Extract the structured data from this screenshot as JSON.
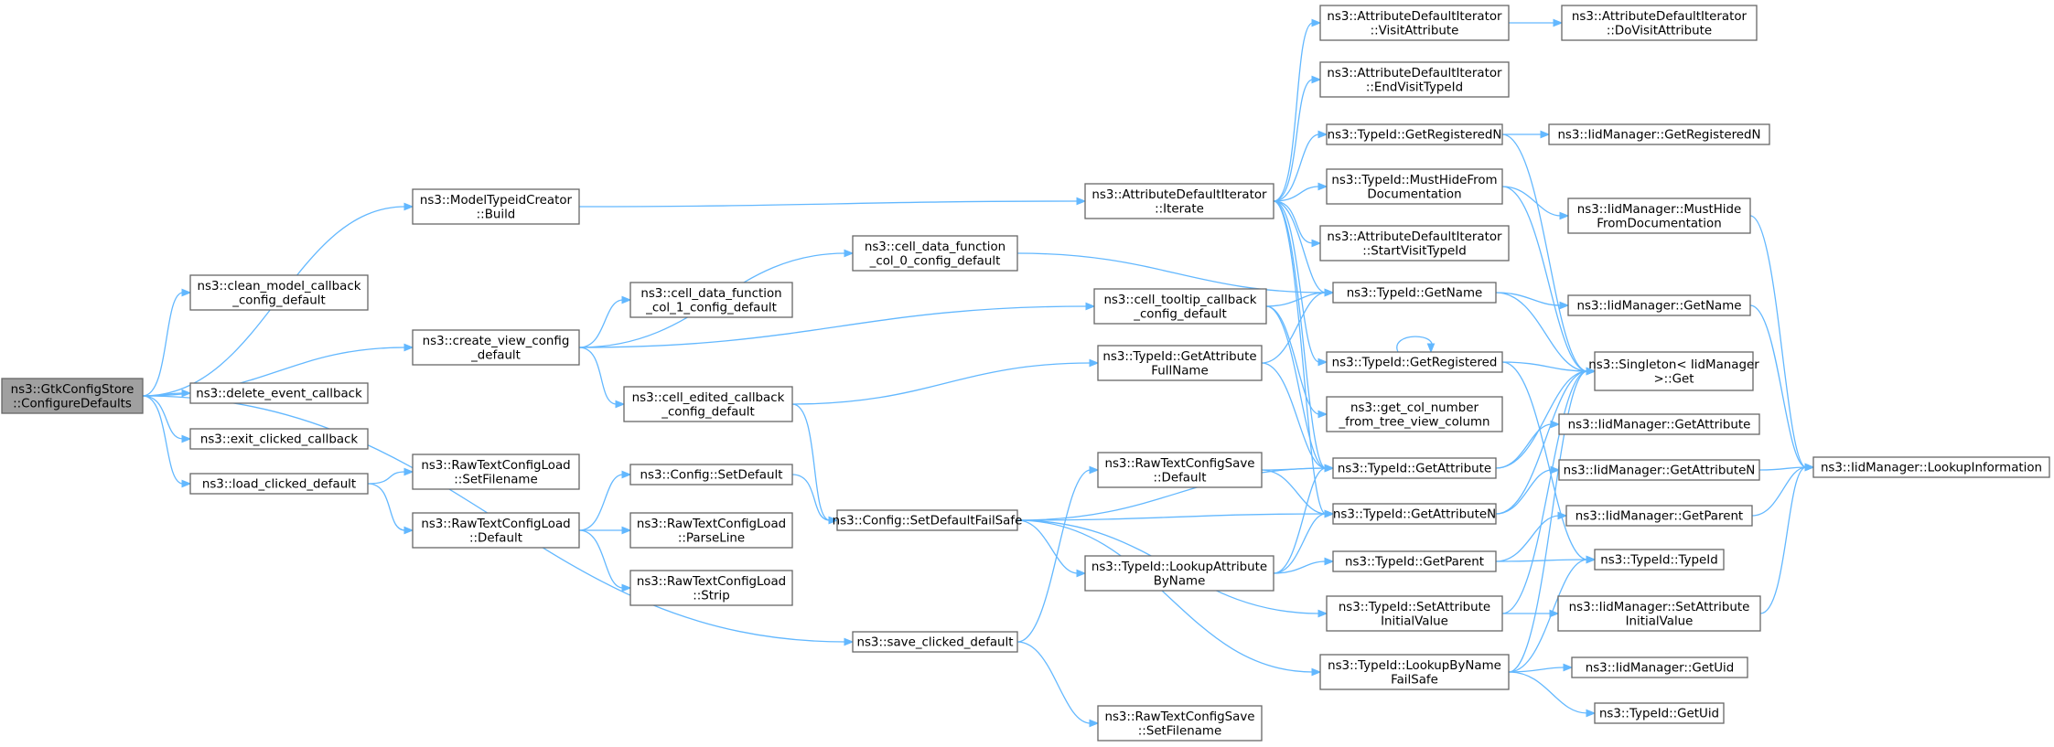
{
  "diagram": {
    "type": "call-graph",
    "colors": {
      "edge": "#63b8ff",
      "node_border": "#666666",
      "root_fill": "#a0a0a0",
      "node_fill": "#ffffff"
    },
    "nodes": [
      {
        "id": "root",
        "lines": [
          "ns3::GtkConfigStore",
          "::ConfigureDefaults"
        ],
        "root": true
      },
      {
        "id": "mtc_build",
        "lines": [
          "ns3::ModelTypeidCreator",
          "::Build"
        ]
      },
      {
        "id": "clean_model",
        "lines": [
          "ns3::clean_model_callback",
          "_config_default"
        ]
      },
      {
        "id": "create_view",
        "lines": [
          "ns3::create_view_config",
          "_default"
        ]
      },
      {
        "id": "delete_event",
        "lines": [
          "ns3::delete_event_callback"
        ]
      },
      {
        "id": "exit_clicked",
        "lines": [
          "ns3::exit_clicked_callback"
        ]
      },
      {
        "id": "load_clicked",
        "lines": [
          "ns3::load_clicked_default"
        ]
      },
      {
        "id": "rtcl_setfilename",
        "lines": [
          "ns3::RawTextConfigLoad",
          "::SetFilename"
        ]
      },
      {
        "id": "rtcl_default",
        "lines": [
          "ns3::RawTextConfigLoad",
          "::Default"
        ]
      },
      {
        "id": "cdf_col1",
        "lines": [
          "ns3::cell_data_function",
          "_col_1_config_default"
        ]
      },
      {
        "id": "cell_edited",
        "lines": [
          "ns3::cell_edited_callback",
          "_config_default"
        ]
      },
      {
        "id": "config_setdefault",
        "lines": [
          "ns3::Config::SetDefault"
        ]
      },
      {
        "id": "rtcl_parseline",
        "lines": [
          "ns3::RawTextConfigLoad",
          "::ParseLine"
        ]
      },
      {
        "id": "rtcl_strip",
        "lines": [
          "ns3::RawTextConfigLoad",
          "::Strip"
        ]
      },
      {
        "id": "cdf_col0",
        "lines": [
          "ns3::cell_data_function",
          "_col_0_config_default"
        ]
      },
      {
        "id": "config_sdfs",
        "lines": [
          "ns3::Config::SetDefaultFailSafe"
        ]
      },
      {
        "id": "save_clicked",
        "lines": [
          "ns3::save_clicked_default"
        ]
      },
      {
        "id": "adi_iterate",
        "lines": [
          "ns3::AttributeDefaultIterator",
          "::Iterate"
        ]
      },
      {
        "id": "cell_tooltip",
        "lines": [
          "ns3::cell_tooltip_callback",
          "_config_default"
        ]
      },
      {
        "id": "tid_getattrfullname",
        "lines": [
          "ns3::TypeId::GetAttribute",
          "FullName"
        ]
      },
      {
        "id": "rtcs_default",
        "lines": [
          "ns3::RawTextConfigSave",
          "::Default"
        ]
      },
      {
        "id": "tid_lookupattr",
        "lines": [
          "ns3::TypeId::LookupAttribute",
          "ByName"
        ]
      },
      {
        "id": "rtcs_setfilename",
        "lines": [
          "ns3::RawTextConfigSave",
          "::SetFilename"
        ]
      },
      {
        "id": "adi_visitattr",
        "lines": [
          "ns3::AttributeDefaultIterator",
          "::VisitAttribute"
        ]
      },
      {
        "id": "adi_endvisit",
        "lines": [
          "ns3::AttributeDefaultIterator",
          "::EndVisitTypeId"
        ]
      },
      {
        "id": "tid_getregn",
        "lines": [
          "ns3::TypeId::GetRegisteredN"
        ]
      },
      {
        "id": "tid_musthide",
        "lines": [
          "ns3::TypeId::MustHideFrom",
          "Documentation"
        ]
      },
      {
        "id": "adi_startvisit",
        "lines": [
          "ns3::AttributeDefaultIterator",
          "::StartVisitTypeId"
        ]
      },
      {
        "id": "tid_getname",
        "lines": [
          "ns3::TypeId::GetName"
        ]
      },
      {
        "id": "tid_getreg",
        "lines": [
          "ns3::TypeId::GetRegistered"
        ]
      },
      {
        "id": "get_col_number",
        "lines": [
          "ns3::get_col_number",
          "_from_tree_view_column"
        ]
      },
      {
        "id": "tid_getattr",
        "lines": [
          "ns3::TypeId::GetAttribute"
        ]
      },
      {
        "id": "tid_getattrn",
        "lines": [
          "ns3::TypeId::GetAttributeN"
        ]
      },
      {
        "id": "tid_getparent",
        "lines": [
          "ns3::TypeId::GetParent"
        ]
      },
      {
        "id": "tid_setattrinit",
        "lines": [
          "ns3::TypeId::SetAttribute",
          "InitialValue"
        ]
      },
      {
        "id": "tid_lookupbyname",
        "lines": [
          "ns3::TypeId::LookupByName",
          "FailSafe"
        ]
      },
      {
        "id": "adi_dovisit",
        "lines": [
          "ns3::AttributeDefaultIterator",
          "::DoVisitAttribute"
        ]
      },
      {
        "id": "iid_getregn",
        "lines": [
          "ns3::IidManager::GetRegisteredN"
        ]
      },
      {
        "id": "iid_musthide",
        "lines": [
          "ns3::IidManager::MustHide",
          "FromDocumentation"
        ]
      },
      {
        "id": "iid_getname",
        "lines": [
          "ns3::IidManager::GetName"
        ]
      },
      {
        "id": "singleton_get",
        "lines": [
          "ns3::Singleton< IidManager",
          " >::Get"
        ]
      },
      {
        "id": "iid_getattr",
        "lines": [
          "ns3::IidManager::GetAttribute"
        ]
      },
      {
        "id": "iid_getattrn",
        "lines": [
          "ns3::IidManager::GetAttributeN"
        ]
      },
      {
        "id": "iid_getparent",
        "lines": [
          "ns3::IidManager::GetParent"
        ]
      },
      {
        "id": "tid_typeid",
        "lines": [
          "ns3::TypeId::TypeId"
        ]
      },
      {
        "id": "iid_setattrinit",
        "lines": [
          "ns3::IidManager::SetAttribute",
          "InitialValue"
        ]
      },
      {
        "id": "iid_getuid",
        "lines": [
          "ns3::IidManager::GetUid"
        ]
      },
      {
        "id": "tid_getuid",
        "lines": [
          "ns3::TypeId::GetUid"
        ]
      },
      {
        "id": "iid_lookupinfo",
        "lines": [
          "ns3::IidManager::LookupInformation"
        ]
      }
    ],
    "edges": [
      [
        "root",
        "mtc_build"
      ],
      [
        "root",
        "clean_model"
      ],
      [
        "root",
        "create_view"
      ],
      [
        "root",
        "delete_event"
      ],
      [
        "root",
        "exit_clicked"
      ],
      [
        "root",
        "load_clicked"
      ],
      [
        "root",
        "save_clicked"
      ],
      [
        "mtc_build",
        "adi_iterate"
      ],
      [
        "create_view",
        "cdf_col0"
      ],
      [
        "create_view",
        "cdf_col1"
      ],
      [
        "create_view",
        "cell_tooltip"
      ],
      [
        "create_view",
        "cell_edited"
      ],
      [
        "load_clicked",
        "rtcl_setfilename"
      ],
      [
        "load_clicked",
        "rtcl_default"
      ],
      [
        "rtcl_default",
        "config_setdefault"
      ],
      [
        "rtcl_default",
        "rtcl_parseline"
      ],
      [
        "rtcl_default",
        "rtcl_strip"
      ],
      [
        "cell_edited",
        "tid_getattrfullname"
      ],
      [
        "cell_edited",
        "config_sdfs"
      ],
      [
        "config_setdefault",
        "config_sdfs"
      ],
      [
        "cdf_col0",
        "tid_getname"
      ],
      [
        "cell_tooltip",
        "tid_getname"
      ],
      [
        "cell_tooltip",
        "get_col_number"
      ],
      [
        "cell_tooltip",
        "tid_getattr"
      ],
      [
        "tid_getattrfullname",
        "tid_getname"
      ],
      [
        "tid_getattrfullname",
        "tid_getattr"
      ],
      [
        "config_sdfs",
        "tid_getattr"
      ],
      [
        "config_sdfs",
        "tid_getattrn"
      ],
      [
        "config_sdfs",
        "tid_lookupattr"
      ],
      [
        "config_sdfs",
        "tid_setattrinit"
      ],
      [
        "config_sdfs",
        "tid_lookupbyname"
      ],
      [
        "save_clicked",
        "rtcs_default"
      ],
      [
        "save_clicked",
        "rtcs_setfilename"
      ],
      [
        "rtcs_default",
        "tid_getattr"
      ],
      [
        "rtcs_default",
        "tid_getattrn"
      ],
      [
        "tid_lookupattr",
        "tid_getattr"
      ],
      [
        "tid_lookupattr",
        "tid_getattrn"
      ],
      [
        "tid_lookupattr",
        "tid_getparent"
      ],
      [
        "adi_iterate",
        "adi_visitattr"
      ],
      [
        "adi_iterate",
        "adi_endvisit"
      ],
      [
        "adi_iterate",
        "tid_getregn"
      ],
      [
        "adi_iterate",
        "tid_musthide"
      ],
      [
        "adi_iterate",
        "adi_startvisit"
      ],
      [
        "adi_iterate",
        "tid_getname"
      ],
      [
        "adi_iterate",
        "tid_getreg"
      ],
      [
        "adi_iterate",
        "tid_getattr"
      ],
      [
        "adi_iterate",
        "tid_getattrn"
      ],
      [
        "adi_visitattr",
        "adi_dovisit"
      ],
      [
        "tid_getregn",
        "iid_getregn"
      ],
      [
        "tid_getregn",
        "singleton_get"
      ],
      [
        "tid_musthide",
        "iid_musthide"
      ],
      [
        "tid_musthide",
        "singleton_get"
      ],
      [
        "tid_getname",
        "iid_getname"
      ],
      [
        "tid_getname",
        "singleton_get"
      ],
      [
        "tid_getreg",
        "tid_getreg"
      ],
      [
        "tid_getreg",
        "singleton_get"
      ],
      [
        "tid_getreg",
        "tid_typeid"
      ],
      [
        "tid_getattr",
        "singleton_get"
      ],
      [
        "tid_getattr",
        "iid_getattr"
      ],
      [
        "tid_getattrn",
        "singleton_get"
      ],
      [
        "tid_getattrn",
        "iid_getattrn"
      ],
      [
        "tid_getparent",
        "iid_getparent"
      ],
      [
        "tid_getparent",
        "tid_typeid"
      ],
      [
        "tid_setattrinit",
        "singleton_get"
      ],
      [
        "tid_setattrinit",
        "iid_setattrinit"
      ],
      [
        "tid_lookupbyname",
        "singleton_get"
      ],
      [
        "tid_lookupbyname",
        "iid_getuid"
      ],
      [
        "tid_lookupbyname",
        "tid_getuid"
      ],
      [
        "tid_lookupbyname",
        "tid_typeid"
      ],
      [
        "iid_musthide",
        "iid_lookupinfo"
      ],
      [
        "iid_getname",
        "iid_lookupinfo"
      ],
      [
        "iid_getattrn",
        "iid_lookupinfo"
      ],
      [
        "iid_getparent",
        "iid_lookupinfo"
      ],
      [
        "iid_setattrinit",
        "iid_lookupinfo"
      ]
    ]
  }
}
